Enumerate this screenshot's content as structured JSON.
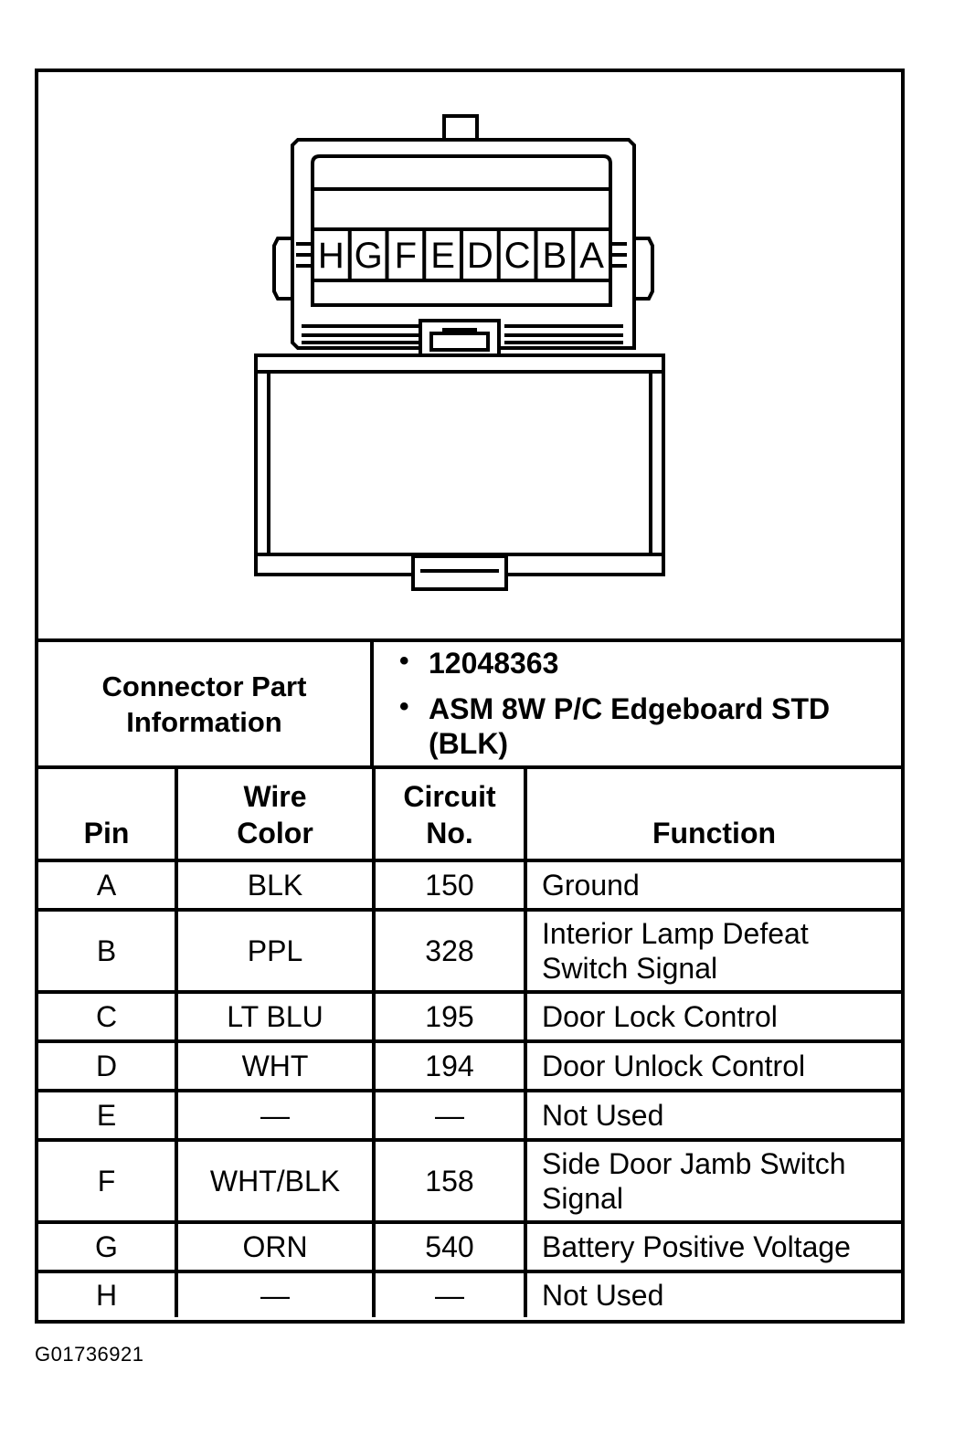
{
  "connector": {
    "pin_letters": [
      "H",
      "G",
      "F",
      "E",
      "D",
      "C",
      "B",
      "A"
    ]
  },
  "part_info": {
    "label_line1": "Connector Part",
    "label_line2": "Information",
    "items": [
      "12048363",
      "ASM 8W P/C Edgeboard STD (BLK)"
    ]
  },
  "table": {
    "headers": {
      "pin": "Pin",
      "wire_color_line1": "Wire",
      "wire_color_line2": "Color",
      "circuit_line1": "Circuit",
      "circuit_line2": "No.",
      "function": "Function"
    },
    "rows": [
      {
        "pin": "A",
        "wire_color": "BLK",
        "circuit": "150",
        "function": "Ground"
      },
      {
        "pin": "B",
        "wire_color": "PPL",
        "circuit": "328",
        "function": "Interior Lamp Defeat Switch Signal"
      },
      {
        "pin": "C",
        "wire_color": "LT BLU",
        "circuit": "195",
        "function": "Door Lock Control"
      },
      {
        "pin": "D",
        "wire_color": "WHT",
        "circuit": "194",
        "function": "Door Unlock Control"
      },
      {
        "pin": "E",
        "wire_color": "—",
        "circuit": "—",
        "function": "Not Used"
      },
      {
        "pin": "F",
        "wire_color": "WHT/BLK",
        "circuit": "158",
        "function": "Side Door Jamb Switch Signal"
      },
      {
        "pin": "G",
        "wire_color": "ORN",
        "circuit": "540",
        "function": "Battery Positive Voltage"
      },
      {
        "pin": "H",
        "wire_color": "—",
        "circuit": "—",
        "function": "Not Used"
      }
    ]
  },
  "figure_id": "G01736921"
}
